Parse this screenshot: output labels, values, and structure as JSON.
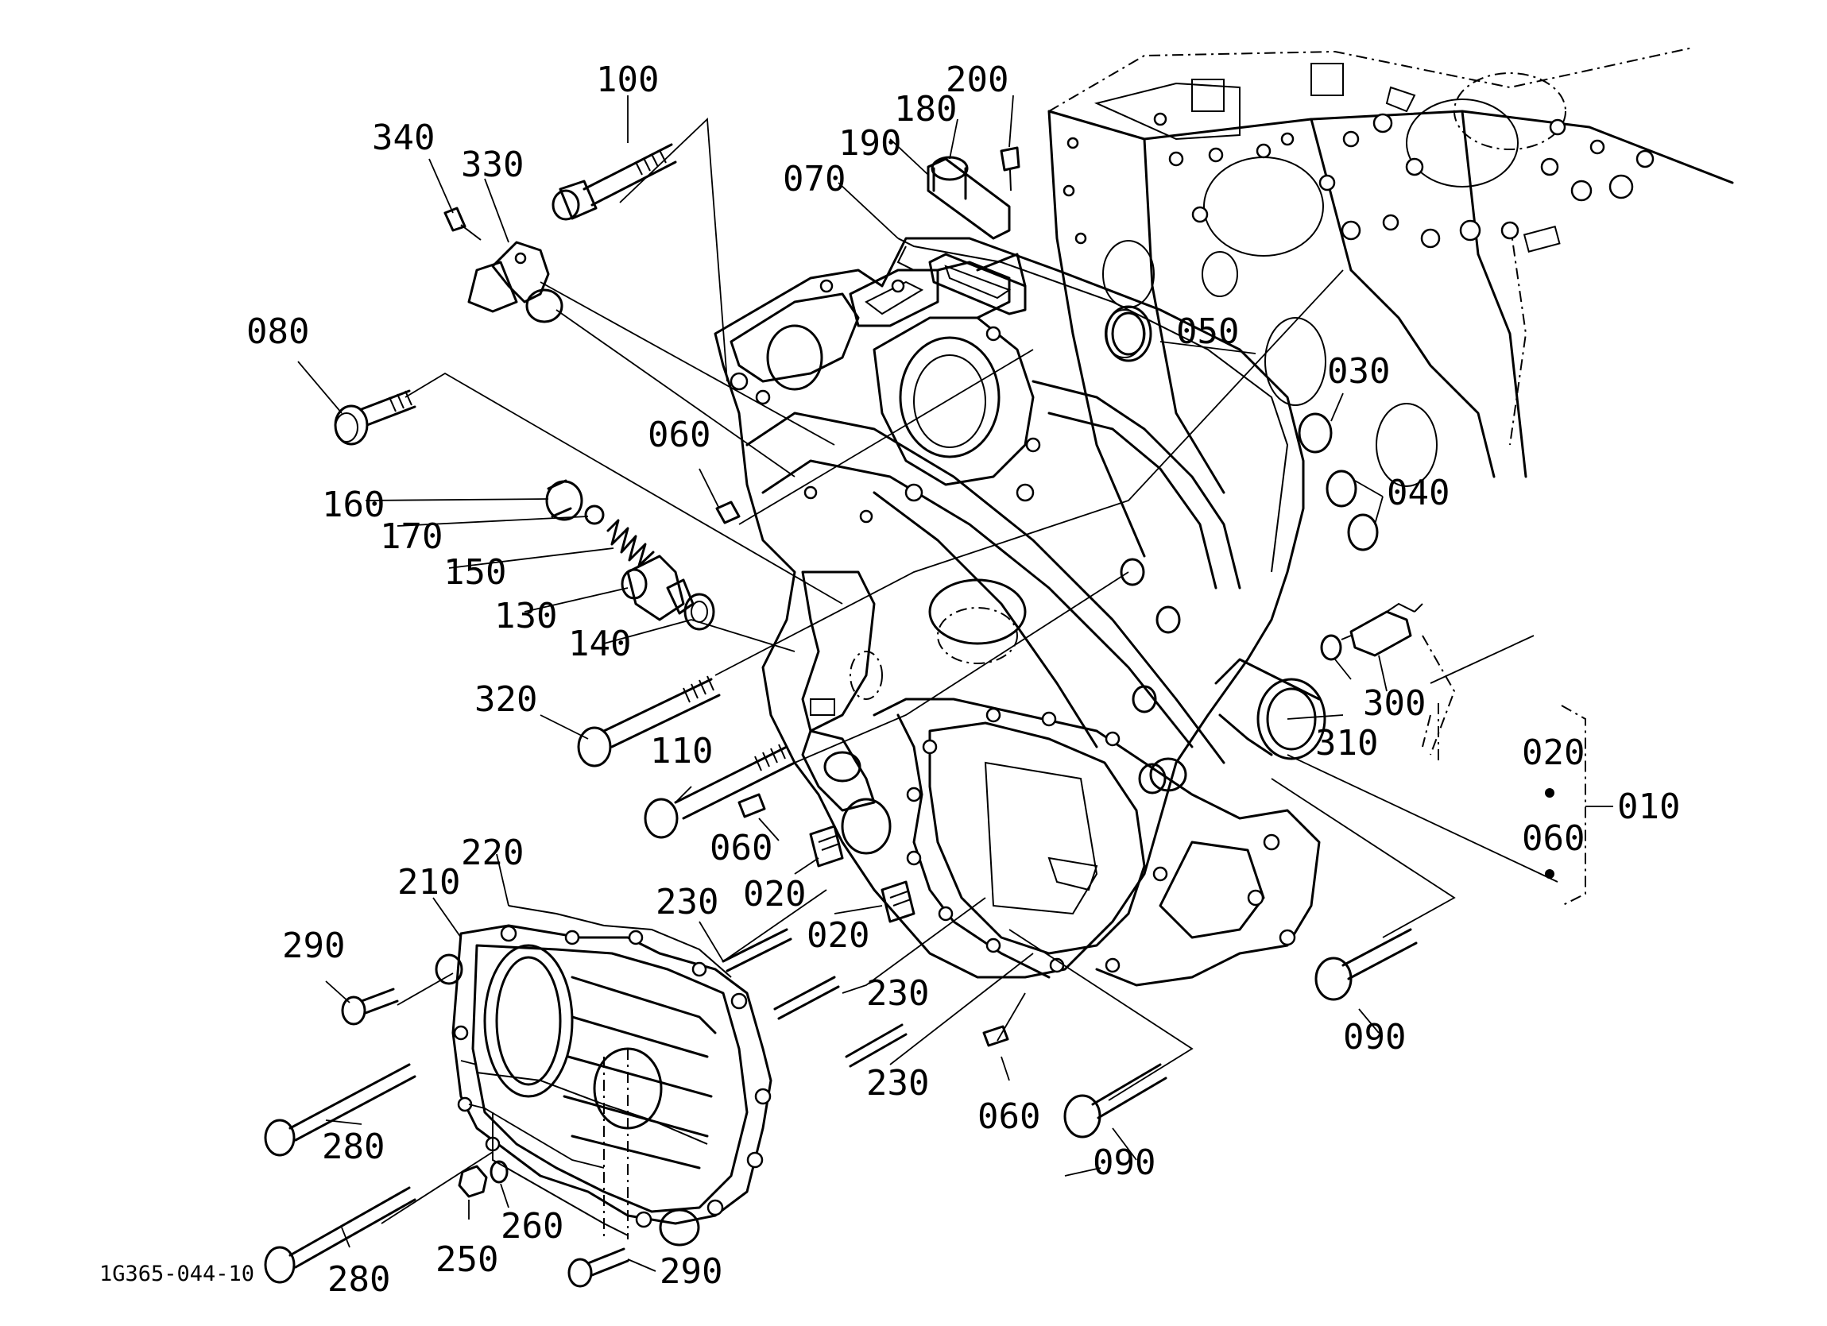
{
  "diagram": {
    "drawing_code": "1G365-044-10",
    "labels": {
      "p010": "010",
      "p020a": "020",
      "p020b": "020",
      "p020c": "020",
      "p030": "030",
      "p040": "040",
      "p050": "050",
      "p060a": "060",
      "p060b": "060",
      "p060c": "060",
      "p060d": "060",
      "p070": "070",
      "p080": "080",
      "p090a": "090",
      "p090b": "090",
      "p100": "100",
      "p110": "110",
      "p130": "130",
      "p140": "140",
      "p150": "150",
      "p160": "160",
      "p170": "170",
      "p180": "180",
      "p190": "190",
      "p200": "200",
      "p210": "210",
      "p220": "220",
      "p230a": "230",
      "p230b": "230",
      "p230c": "230",
      "p250": "250",
      "p260": "260",
      "p280a": "280",
      "p280b": "280",
      "p290a": "290",
      "p290b": "290",
      "p300": "300",
      "p310": "310",
      "p320": "320",
      "p330": "330",
      "p340": "340"
    }
  }
}
